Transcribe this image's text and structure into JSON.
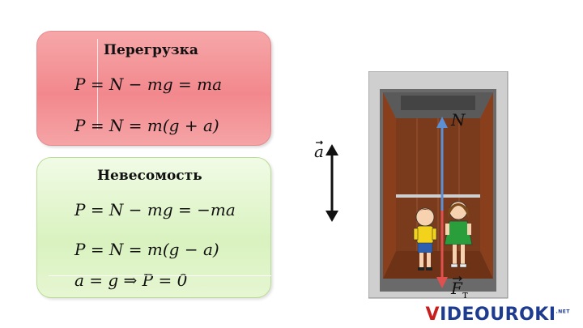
{
  "overload": {
    "title": "Перегрузка",
    "formula1": "P = N − mg = ma",
    "formula2": "P = N = m(g + a)"
  },
  "weightless": {
    "title": "Невесомость",
    "formula1": "P = N − mg = −ma",
    "formula2": "P = N = m(g − a)",
    "formula3": "a = g ⇒ P = 0"
  },
  "diagram": {
    "acceleration_label": "a",
    "normal_force_label": "N",
    "gravity_force_label": "F",
    "gravity_force_subscript": "т"
  },
  "logo": {
    "v": "V",
    "i": "I",
    "rest": "DEOUROKI",
    "net": ".NET"
  },
  "colors": {
    "overload_box": "#f28a8e",
    "weightless_box": "#dcf3c4",
    "normal_arrow": "#5b8fd6",
    "gravity_arrow": "#e0504f",
    "elevator_wall": "#7a3a1c"
  }
}
